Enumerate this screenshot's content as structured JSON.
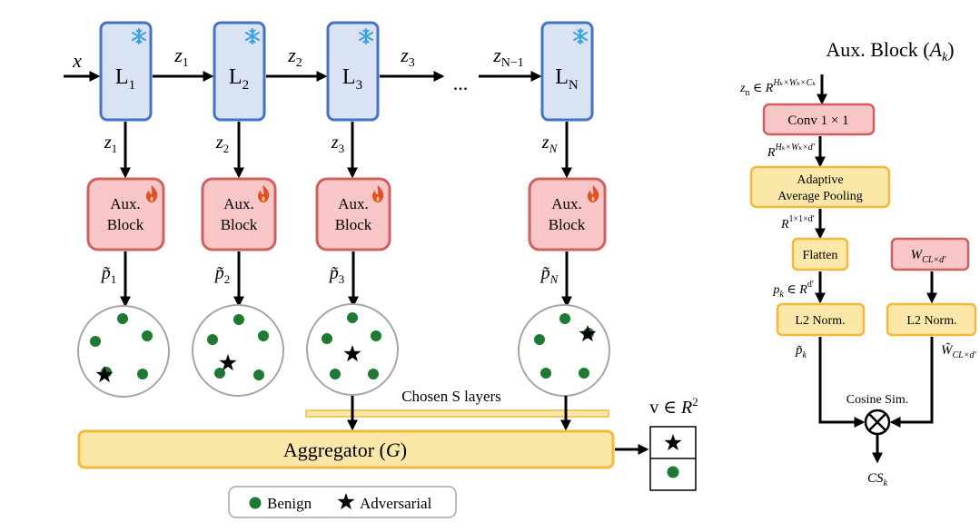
{
  "colors": {
    "layer_fill": "#dae3f3",
    "layer_stroke": "#4472c4",
    "aux_fill": "#f8c6c6",
    "aux_stroke": "#d06060",
    "yellow_fill": "#fbe7a8",
    "yellow_stroke": "#f2b93b",
    "dot": "#1e7a33",
    "circle_stroke": "#a6a6a6",
    "snowflake": "#3aa0e0",
    "flame": "#e0502a"
  },
  "left": {
    "input_label": "x",
    "layers": [
      {
        "main": "L",
        "sub": "1"
      },
      {
        "main": "L",
        "sub": "2"
      },
      {
        "main": "L",
        "sub": "3"
      },
      {
        "main": "L",
        "sub": "N"
      }
    ],
    "between_labels": [
      {
        "main": "z",
        "sub": "1"
      },
      {
        "main": "z",
        "sub": "2"
      },
      {
        "main": "z",
        "sub": "3"
      },
      {
        "main": "z",
        "sub": "N−1"
      }
    ],
    "ellipsis": "...",
    "down_labels": [
      {
        "main": "z",
        "sub": "1"
      },
      {
        "main": "z",
        "sub": "2"
      },
      {
        "main": "z",
        "sub": "3"
      },
      {
        "main": "z",
        "sub": "N"
      }
    ],
    "aux_block": {
      "line1": "Aux.",
      "line2": "Block"
    },
    "p_labels": [
      {
        "main": "p̃",
        "sub": "1"
      },
      {
        "main": "p̃",
        "sub": "2"
      },
      {
        "main": "p̃",
        "sub": "3"
      },
      {
        "main": "p̃",
        "sub": "N"
      }
    ],
    "chosen_label": "Chosen S  layers",
    "aggregator": {
      "text": "Aggregator (",
      "sym": "G",
      "close": ")"
    },
    "output": {
      "main": "v ∈ ",
      "sym": "R",
      "sup": "2"
    },
    "legend": {
      "benign": "Benign",
      "adversarial": "Adversarial"
    }
  },
  "right": {
    "title": {
      "text": "Aux. Block (",
      "sym": "A",
      "sub": "k",
      "close": ")"
    },
    "input_label": {
      "main": "z",
      "sub": "n",
      "rest": " ∈ ",
      "sym": "R",
      "sup": "Hₖ×Wₖ×Cₖ"
    },
    "conv": "Conv 1 × 1",
    "conv_out": {
      "sym": "R",
      "sup": "Hₖ×Wₖ×d′"
    },
    "pool": {
      "line1": "Adaptive",
      "line2": "Average Pooling"
    },
    "pool_out": {
      "sym": "R",
      "sup": "1×1×d′"
    },
    "flatten": "Flatten",
    "flatten_out": {
      "main": "p",
      "sub": "k",
      "rest": " ∈ ",
      "sym": "R",
      "sup": "d′"
    },
    "weight": {
      "main": "W",
      "sub": "CL×d′"
    },
    "l2_left": "L2 Norm.",
    "l2_right": "L2 Norm.",
    "p_tilde": {
      "main": "p̃",
      "sub": "k"
    },
    "w_tilde": {
      "main": "W̃",
      "sub": "CL×d′"
    },
    "cosine": "Cosine Sim.",
    "output": {
      "main": "CS",
      "sub": "k"
    }
  }
}
